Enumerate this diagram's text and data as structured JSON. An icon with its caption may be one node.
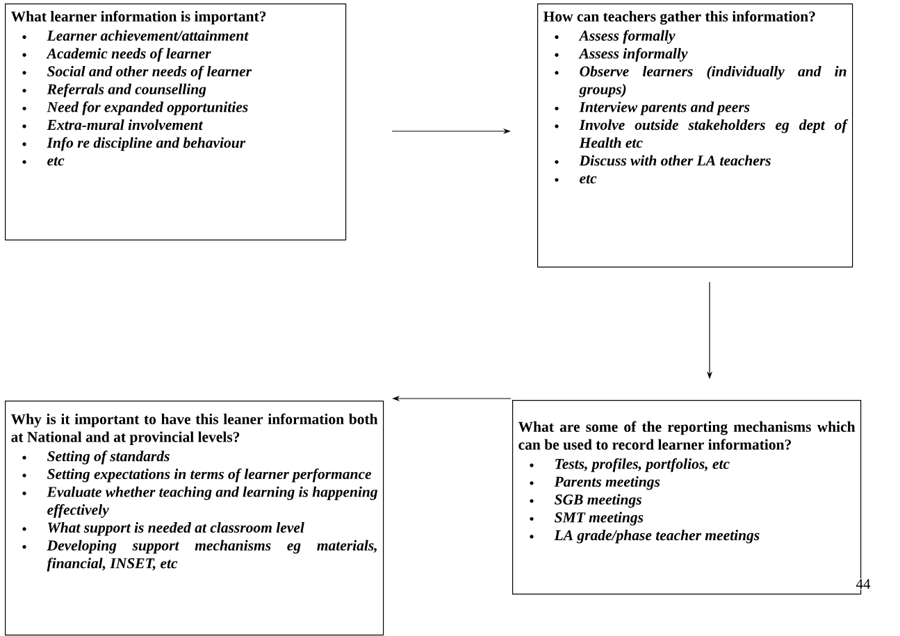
{
  "diagram": {
    "nodes": [
      {
        "text": [
          "What learner information is important?",
          "Learner achievement/attainment",
          "Academic needs of learner",
          "Social and other needs of learner",
          "Referrals and counselling",
          "Need for expanded opportunities",
          "Extra-mural involvement",
          "Info re discipline and behaviour",
          "etc"
        ]
      },
      {
        "text": [
          "How can teachers gather this information?",
          "Assess formally",
          "Assess informally",
          "Observe learners (individually and in groups)",
          "Interview parents and peers",
          "Involve outside stakeholders eg dept of Health etc",
          "Discuss with other LA teachers",
          "etc"
        ]
      },
      {
        "text": [
          "Why is it important to have this leaner information both at National and at provincial levels?",
          "Setting of standards",
          "Setting expectations in terms of learner performance",
          "Evaluate whether teaching and learning is happening effectively",
          "What support is needed at classroom level",
          "Developing support mechanisms eg materials, financial, INSET, etc"
        ]
      },
      {
        "text": [
          "What are some of the reporting mechanisms which can be used to record learner information?",
          "Tests, profiles, portfolios, etc",
          "Parents meetings",
          "SGB meetings",
          "SMT meetings",
          "LA grade/phase teacher meetings"
        ]
      }
    ],
    "edges": [
      {
        "from": 0,
        "to": 1,
        "arrow": "to"
      },
      {
        "from": 1,
        "to": 3,
        "arrow": "to"
      },
      {
        "from": 3,
        "to": 2,
        "arrow": "to"
      }
    ],
    "labels": [
      "44"
    ]
  }
}
